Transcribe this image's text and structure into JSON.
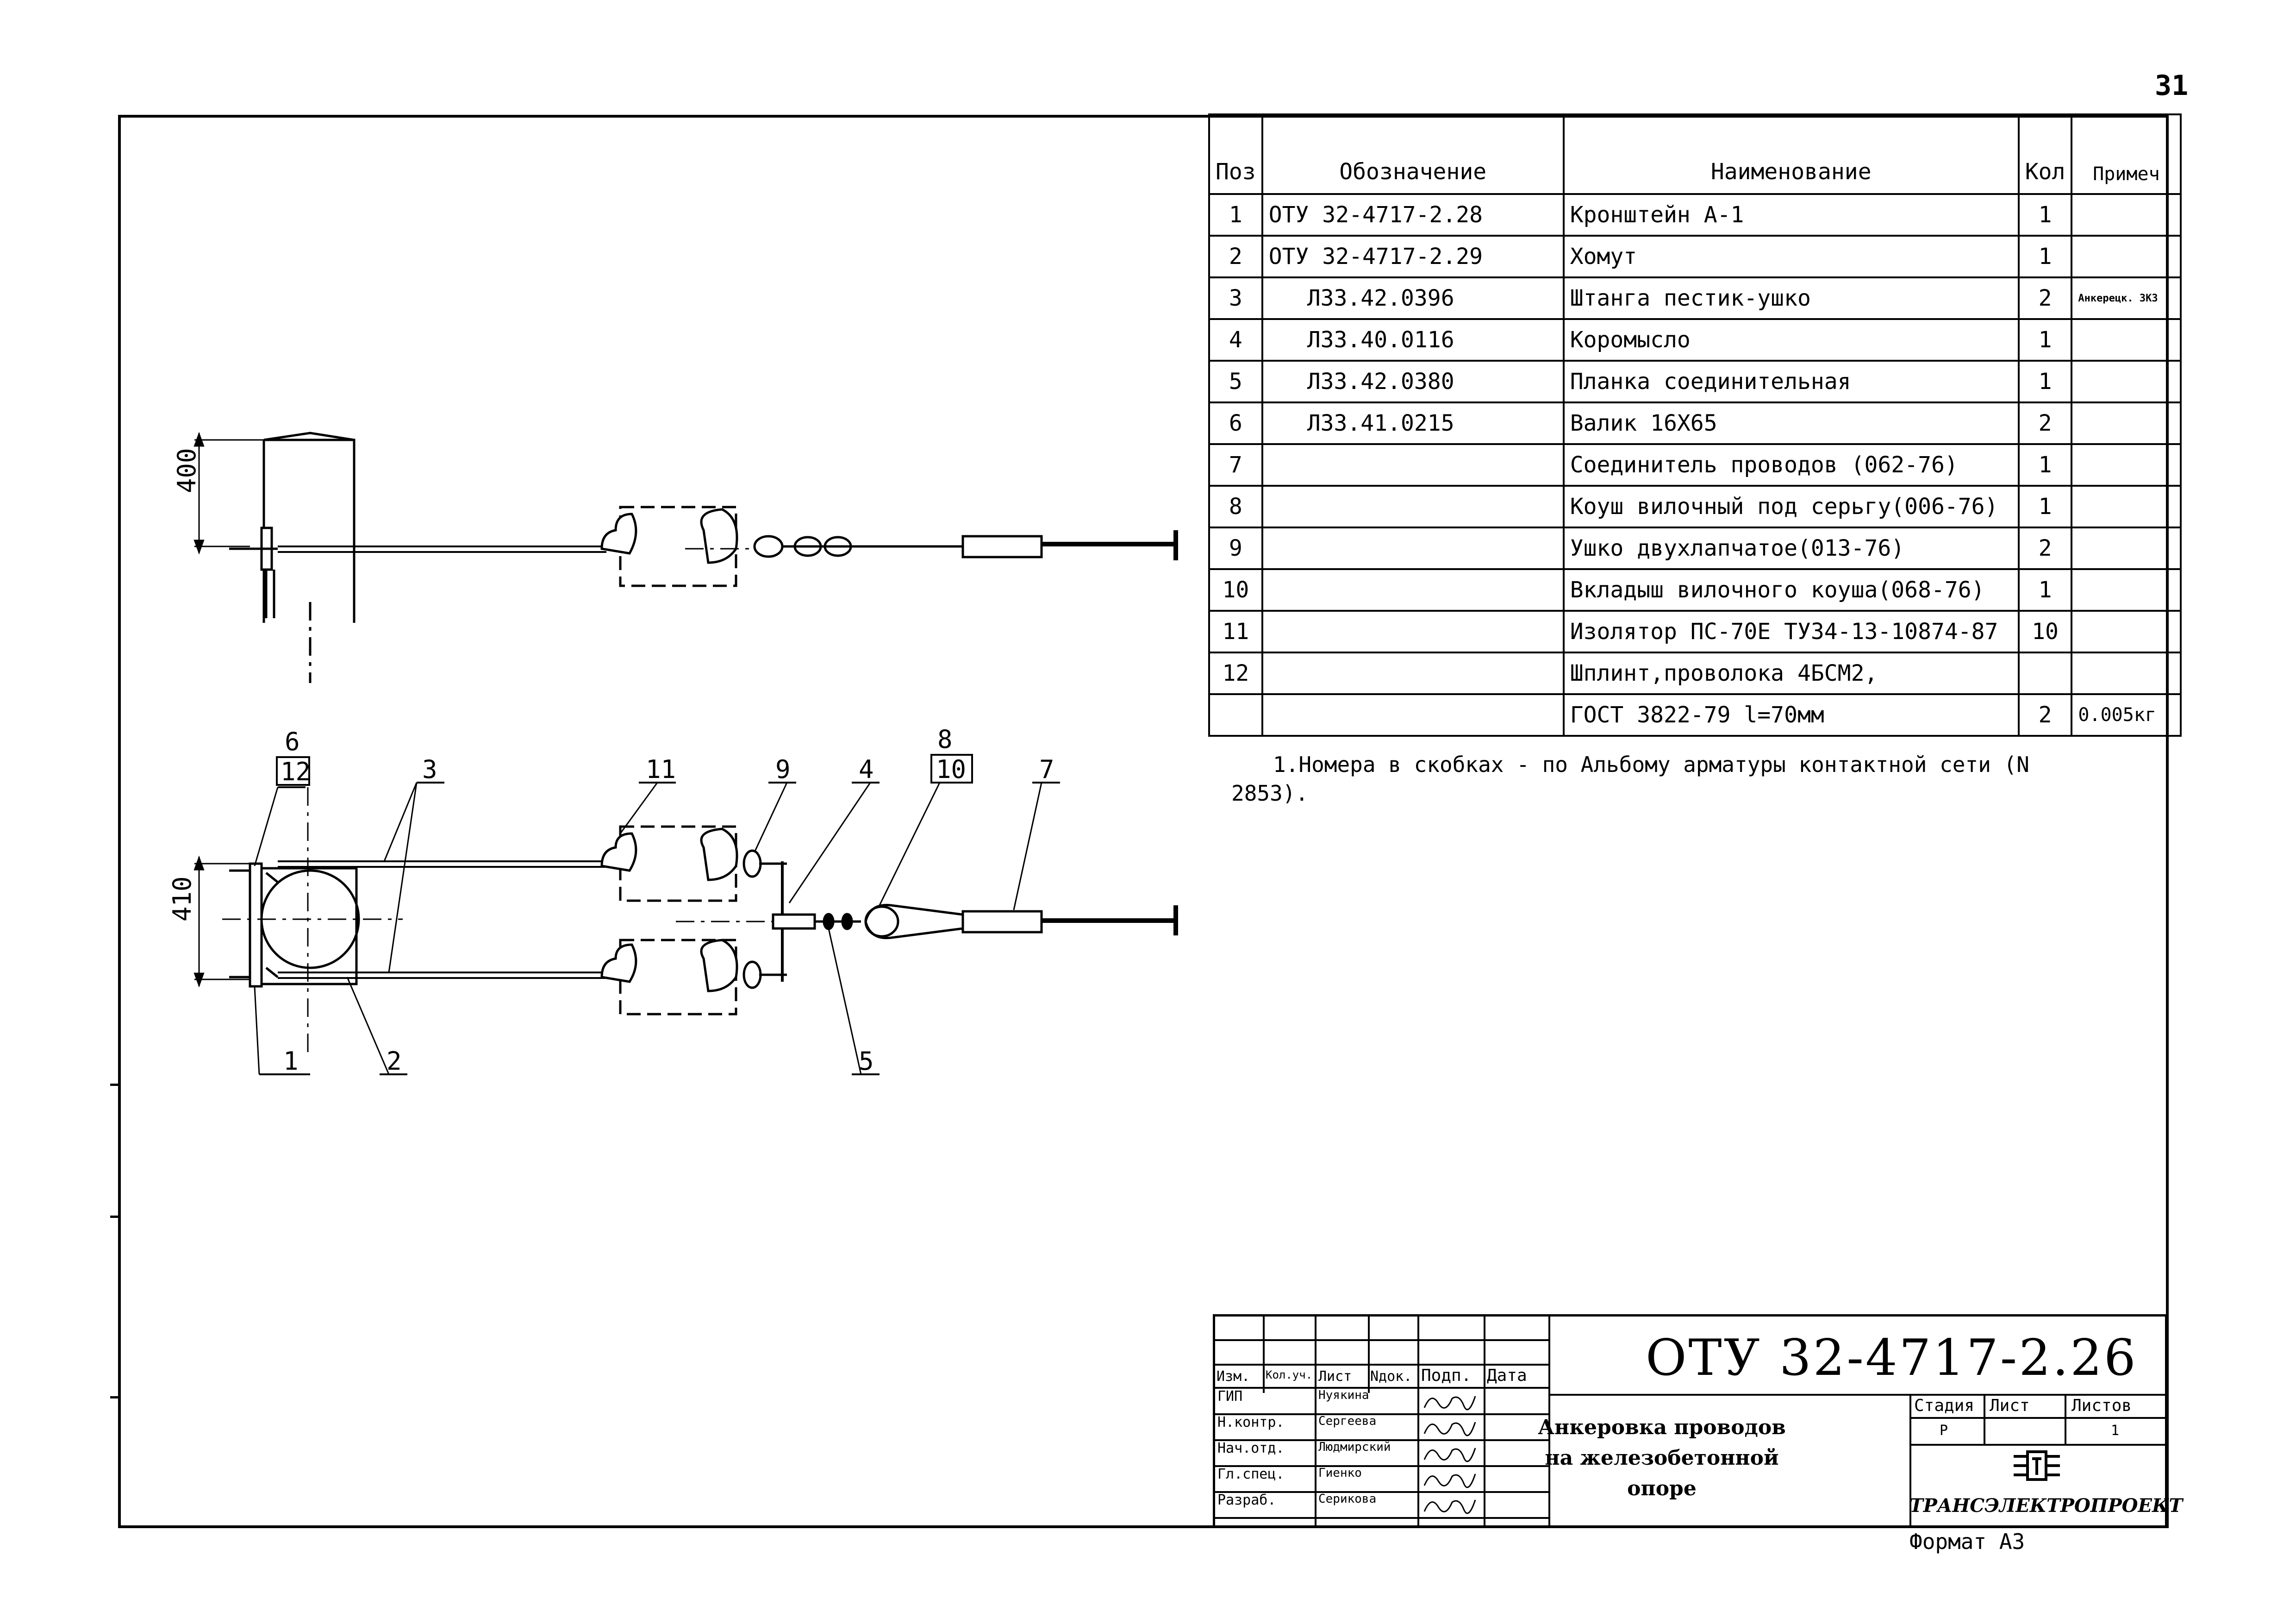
{
  "sheet_number": "31",
  "drawing": {
    "dimension_top": "400",
    "dimension_bottom": "410",
    "callouts": [
      "6",
      "12",
      "3",
      "11",
      "9",
      "4",
      "8",
      "10",
      "7",
      "1",
      "2",
      "5"
    ]
  },
  "spec_table": {
    "headers": [
      "Поз",
      "Обозначение",
      "Наименование",
      "Кол",
      "Примеч"
    ],
    "rows": [
      [
        "1",
        "ОТУ 32-4717-2.28",
        "Кронштейн А-1",
        "1",
        ""
      ],
      [
        "2",
        "ОТУ 32-4717-2.29",
        "Хомут",
        "1",
        ""
      ],
      [
        "3",
        "Л33.42.0396",
        "Штанга пестик-ушко",
        "2",
        "Анкерецк. ЗКЗ"
      ],
      [
        "4",
        "Л33.40.0116",
        "Коромысло",
        "1",
        ""
      ],
      [
        "5",
        "Л33.42.0380",
        "Планка соединительная",
        "1",
        ""
      ],
      [
        "6",
        "Л33.41.0215",
        "Валик 16Х65",
        "2",
        ""
      ],
      [
        "7",
        "",
        "Соединитель проводов (062-76)",
        "1",
        ""
      ],
      [
        "8",
        "",
        "Коуш вилочный под серьгу(006-76)",
        "1",
        ""
      ],
      [
        "9",
        "",
        "Ушко двухлапчатое(013-76)",
        "2",
        ""
      ],
      [
        "10",
        "",
        "Вкладыш вилочного коуша(068-76)",
        "1",
        ""
      ],
      [
        "11",
        "",
        "Изолятор ПС-70Е ТУ34-13-10874-87",
        "10",
        ""
      ],
      [
        "12",
        "",
        "Шплинт,проволока 4БСМ2,",
        "",
        ""
      ],
      [
        "",
        "",
        "ГОСТ 3822-79 l=70мм",
        "2",
        "0.005кг"
      ]
    ]
  },
  "note": "1.Номера в скобках - по Альбому арматуры контактной сети (N 2853).",
  "title_block": {
    "code": "ОТУ 32-4717-2.26",
    "title_lines": [
      "Анкеровка проводов",
      "на железобетонной",
      "опоре"
    ],
    "header_cols": [
      "Изм.",
      "Кол.уч.",
      "Лист",
      "Nдок.",
      "Подп.",
      "Дата"
    ],
    "roles": [
      {
        "role": "ГИП",
        "name": "Нуякина"
      },
      {
        "role": "Н.контр.",
        "name": "Сергеева"
      },
      {
        "role": "Нач.отд.",
        "name": "Людмирский"
      },
      {
        "role": "Гл.спец.",
        "name": "Гиенко"
      },
      {
        "role": "Разраб.",
        "name": "Серикова"
      }
    ],
    "stage_header": [
      "Стадия",
      "Лист",
      "Листов"
    ],
    "stage_values": [
      "Р",
      "",
      "1"
    ],
    "organization": "ТРАНСЭЛЕКТРОПРОЕКТ",
    "format": "Формат А3"
  }
}
